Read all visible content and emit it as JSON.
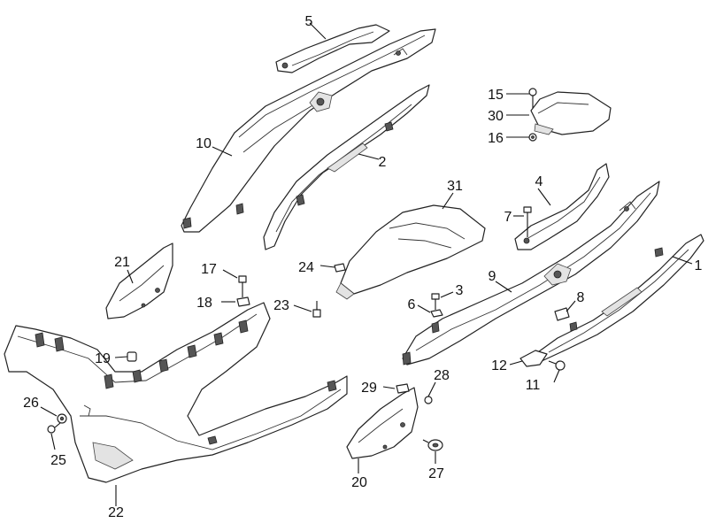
{
  "labels": {
    "l1": "1",
    "l2": "2",
    "l3": "3",
    "l4": "4",
    "l5": "5",
    "l6": "6",
    "l7": "7",
    "l8": "8",
    "l9": "9",
    "l10": "10",
    "l11": "11",
    "l12": "12",
    "l15": "15",
    "l16": "16",
    "l17": "17",
    "l18": "18",
    "l19": "19",
    "l20": "20",
    "l21": "21",
    "l22": "22",
    "l23": "23",
    "l24": "24",
    "l25": "25",
    "l26": "26",
    "l27": "27",
    "l28": "28",
    "l29": "29",
    "l30": "30",
    "l31": "31"
  },
  "colors": {
    "line": "#222222",
    "fill": "#ffffff",
    "shade": "#e3e3e3",
    "text": "#111111"
  }
}
